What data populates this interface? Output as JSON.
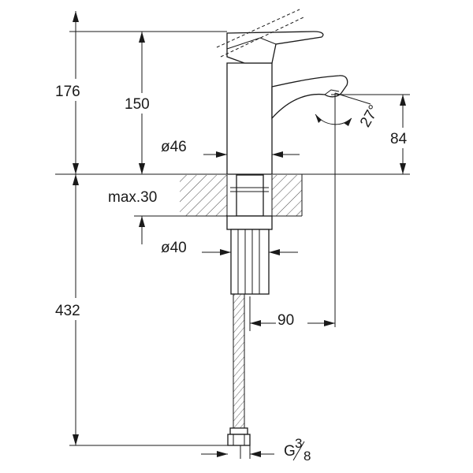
{
  "diagram": {
    "type": "technical-dimension-drawing",
    "colors": {
      "line": "#1a1a1a",
      "background": "#ffffff"
    },
    "dimensions": {
      "total_height": "176",
      "body_height": "150",
      "spout_height": "84",
      "body_diameter": "ø46",
      "counter_max": "max.30",
      "shank_diameter": "ø40",
      "reach": "90",
      "hose_length": "432",
      "spout_angle": "27°",
      "connection_prefix": "G",
      "connection_num": "3",
      "connection_den": "8"
    }
  }
}
